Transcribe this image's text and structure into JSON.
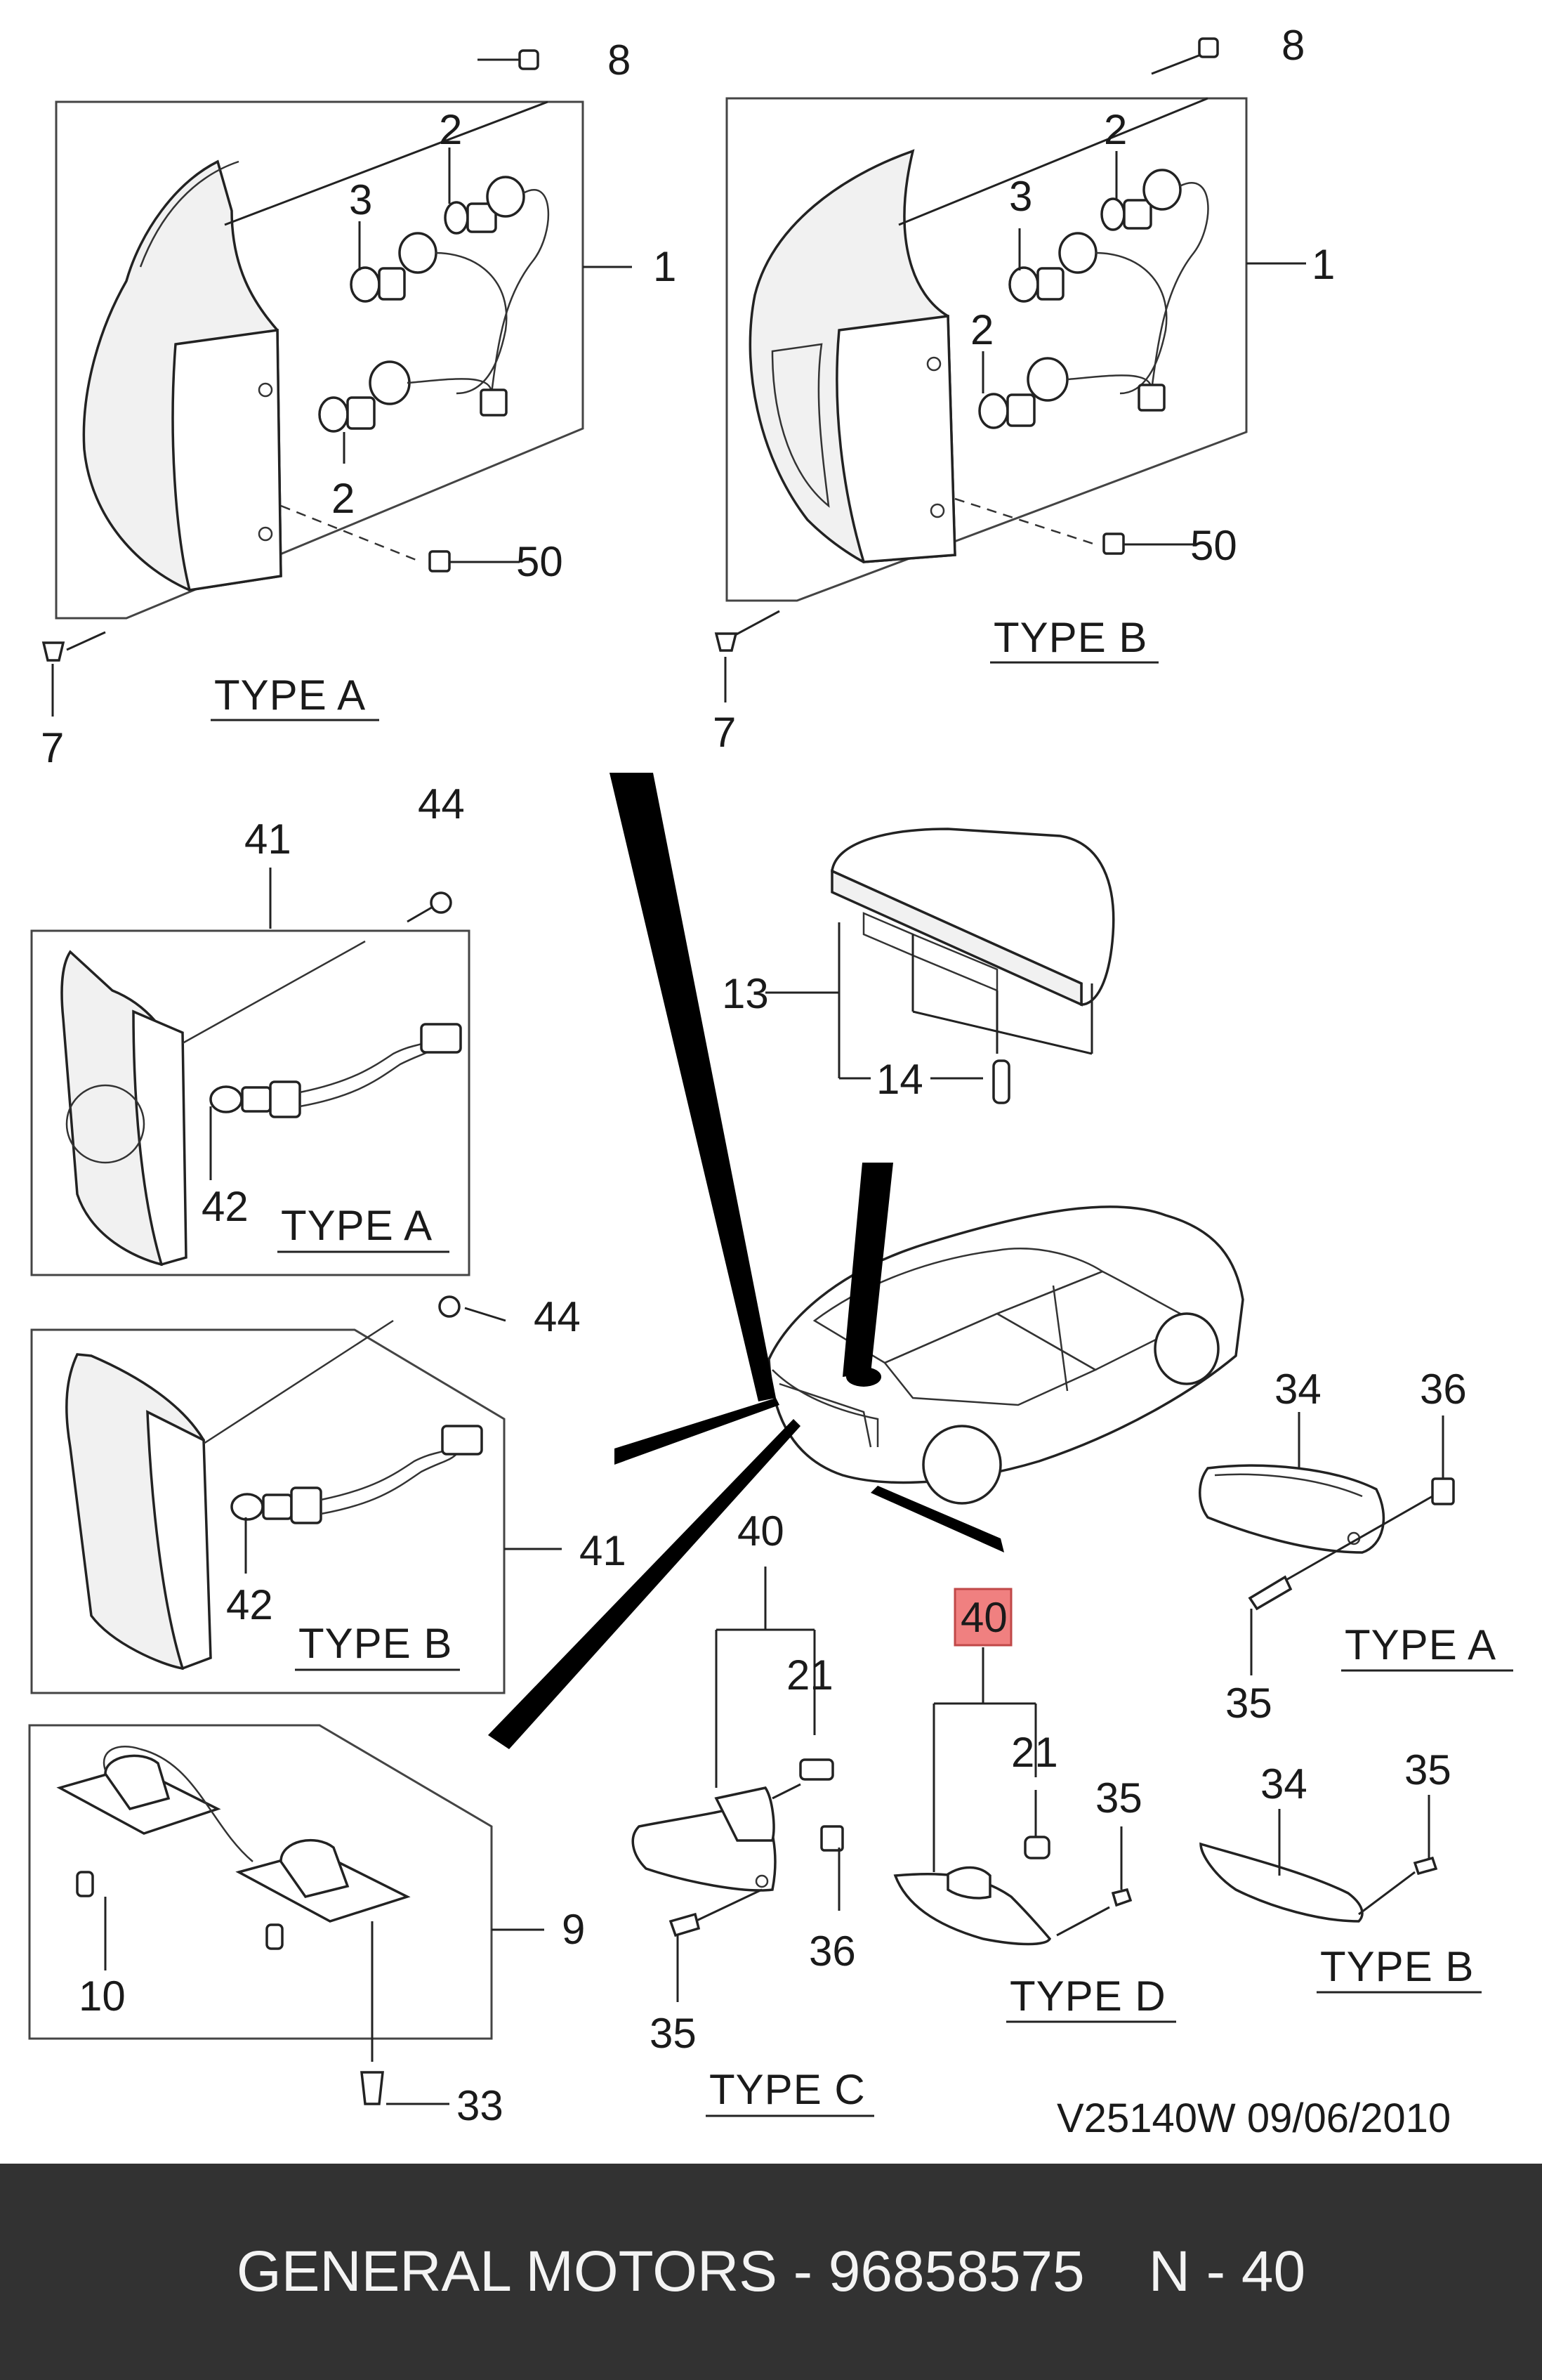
{
  "labels": {
    "type_a": "TYPE A",
    "type_b": "TYPE B",
    "type_c": "TYPE C",
    "type_d": "TYPE D"
  },
  "callouts": {
    "n1": "1",
    "n2": "2",
    "n3": "3",
    "n7": "7",
    "n8": "8",
    "n9": "9",
    "n10": "10",
    "n13": "13",
    "n14": "14",
    "n21": "21",
    "n33": "33",
    "n34": "34",
    "n35": "35",
    "n36": "36",
    "n40": "40",
    "n41": "41",
    "n42": "42",
    "n44": "44",
    "n50": "50"
  },
  "highlight": {
    "part": "40",
    "color": "#f08080"
  },
  "reference": "V25140W  09/06/2010",
  "footer": {
    "text": "GENERAL MOTORS - 96858575    N - 40",
    "background": "#323232"
  }
}
